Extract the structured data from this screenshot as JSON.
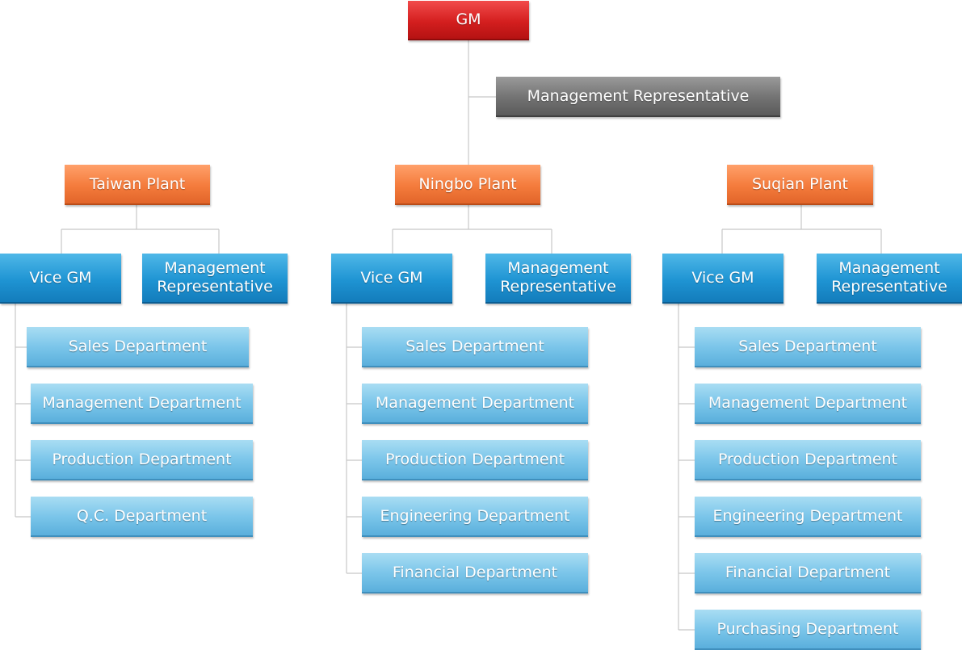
{
  "gm": {
    "label": "GM"
  },
  "management_rep": {
    "label": "Management Representative"
  },
  "colors": {
    "gm": "#d41f1f",
    "management_rep": "#727272",
    "plant": "#f47b3c",
    "vice_gm": "#1f94d3",
    "department": "#7cc6ea",
    "connector": "#c8c8c8"
  },
  "plants": [
    {
      "name": "Taiwan Plant",
      "vice_gm": "Vice GM",
      "management_rep": "Management Representative",
      "departments": [
        "Sales Department",
        "Management Department",
        "Production Department",
        "Q.C. Department"
      ]
    },
    {
      "name": "Ningbo Plant",
      "vice_gm": "Vice GM",
      "management_rep": "Management Representative",
      "departments": [
        "Sales Department",
        "Management Department",
        "Production Department",
        "Engineering Department",
        "Financial Department"
      ]
    },
    {
      "name": "Suqian Plant",
      "vice_gm": "Vice GM",
      "management_rep": "Management Representative",
      "departments": [
        "Sales Department",
        "Management Department",
        "Production Department",
        "Engineering Department",
        "Financial Department",
        "Purchasing Department"
      ]
    }
  ]
}
